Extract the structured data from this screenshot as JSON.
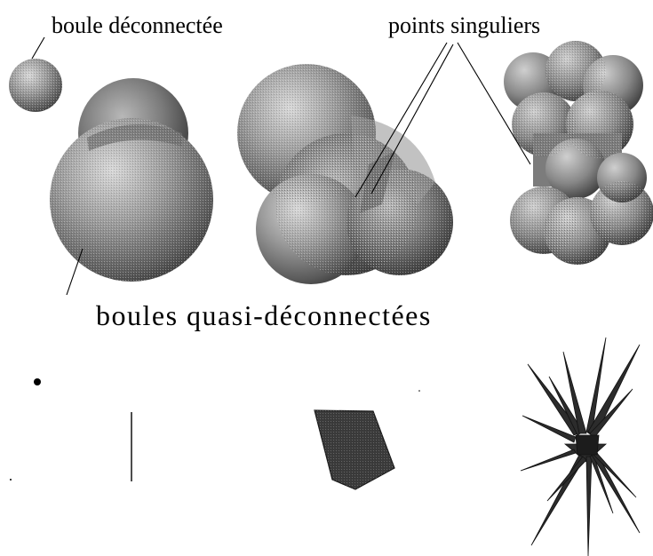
{
  "figure": {
    "labels": {
      "disconnected_ball": "boule déconnectée",
      "singular_points": "points singuliers",
      "quasi_disconnected_balls": "boules quasi-déconnectées"
    },
    "colors": {
      "ink": "#000000",
      "sphere_light": "#d6d6d6",
      "sphere_mid": "#8a8a8a",
      "sphere_dark": "#2a2a2a",
      "solid_fill": "#3a3a3a"
    }
  }
}
